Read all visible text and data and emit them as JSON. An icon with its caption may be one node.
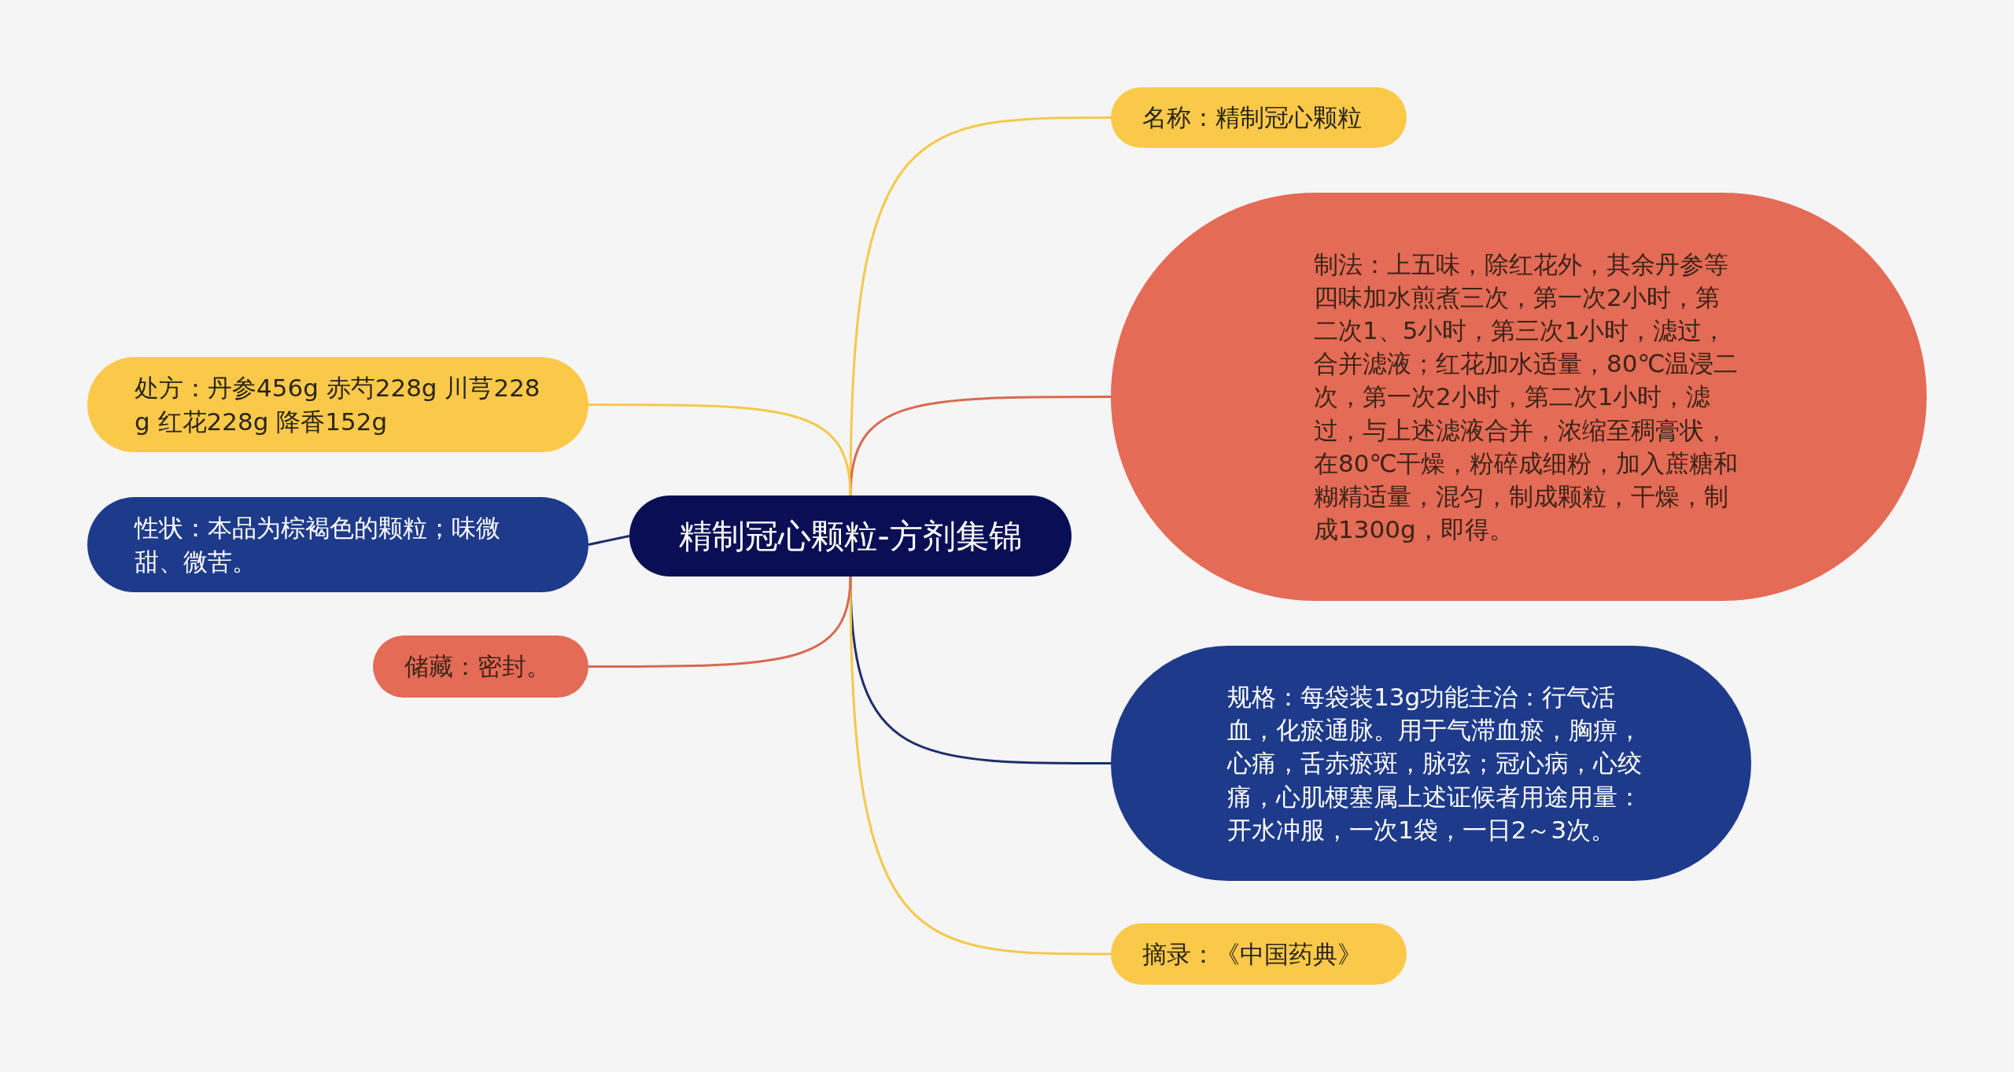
{
  "diagram": {
    "nodes": [
      {
        "text": [
          "精制冠心颗粒-方剂集锦"
        ]
      },
      {
        "text": [
          "名称：精制冠心颗粒"
        ]
      },
      {
        "text": [
          "制法：上五味，除红花外，其余丹参等四味加水煎煮三次，第一次2小时，第二次1、5小时，第三次1小时，滤过，合并滤液；红花加水适量，80℃温浸二次，第一次2小时，第二次1小时，滤过，与上述滤液合并，浓缩至稠膏状，在80℃干燥，粉碎成细粉，加入蔗糖和糊精适量，混匀，制成颗粒，干燥，制成1300g，即得。"
        ]
      },
      {
        "text": [
          "规格：每袋装13g功能主治：行气活血，化瘀通脉。用于气滞血瘀，胸痹，心痛，舌赤瘀斑，脉弦；冠心病，心绞痛，心肌梗塞属上述证候者用途用量：开水冲服，一次1袋，一日2～3次。"
        ]
      },
      {
        "text": [
          "摘录：《中国药典》"
        ]
      },
      {
        "text": [
          "处方：丹参456g 赤芍228g 川芎228g 红花228g 降香152g"
        ]
      },
      {
        "text": [
          "性状：本品为棕褐色的颗粒；味微甜、微苦。"
        ]
      },
      {
        "text": [
          "储藏：密封。"
        ]
      }
    ],
    "edges": [
      {
        "from": 0,
        "to": 1,
        "arrow": "none",
        "color": "#f5c84c"
      },
      {
        "from": 0,
        "to": 2,
        "arrow": "none",
        "color": "#d9694f"
      },
      {
        "from": 0,
        "to": 3,
        "arrow": "none",
        "color": "#1d2f6e"
      },
      {
        "from": 0,
        "to": 4,
        "arrow": "none",
        "color": "#f5c84c"
      },
      {
        "from": 0,
        "to": 5,
        "arrow": "none",
        "color": "#f5c84c"
      },
      {
        "from": 0,
        "to": 6,
        "arrow": "none",
        "color": "#1d2f6e"
      },
      {
        "from": 0,
        "to": 7,
        "arrow": "none",
        "color": "#d9694f"
      }
    ]
  }
}
